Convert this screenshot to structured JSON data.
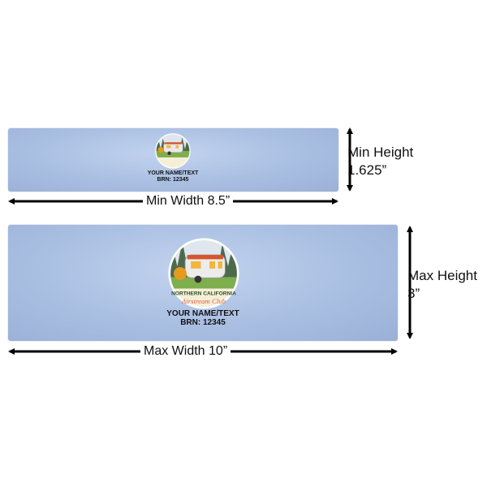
{
  "plates": {
    "min": {
      "width_label": "Min Width 8.5”",
      "height_label_1": "Min Height",
      "height_label_2": "1.625”",
      "name_text": "YOUR NAME/TEXT",
      "brn_text": "BRN: 12345"
    },
    "max": {
      "width_label": "Max Width 10”",
      "height_label_1": "Max Height",
      "height_label_2": "3”",
      "name_text": "YOUR NAME/TEXT",
      "brn_text": "BRN: 12345"
    }
  },
  "emblem": {
    "line1": "NORTHERN CALIFORNIA",
    "line2": "Airstream Club"
  },
  "colors": {
    "plate": "#a9bfe2",
    "arrow": "#000000",
    "script_text": "#e0603a"
  }
}
